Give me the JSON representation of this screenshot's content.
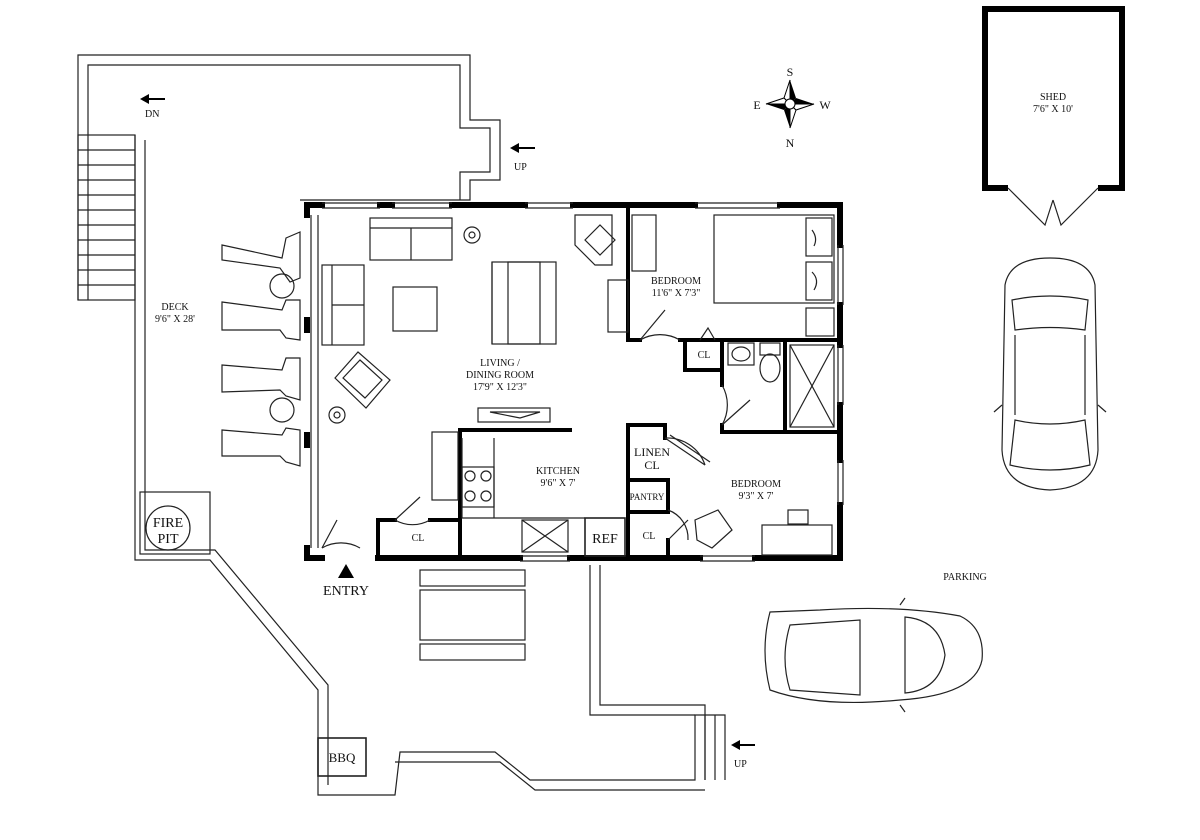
{
  "labels": {
    "deck": "DECK",
    "deck_dims": "9'6\"  X  28'",
    "living": "LIVING /",
    "dining": "DINING ROOM",
    "living_dims": "17'9\"  X  12'3\"",
    "bedroom1": "BEDROOM",
    "bedroom1_dims": "11'6\"  X  7'3\"",
    "bedroom2": "BEDROOM",
    "bedroom2_dims": "9'3\"  X  7'",
    "kitchen": "KITCHEN",
    "kitchen_dims": "9'6\"  X  7'",
    "linen1": "LINEN",
    "linen2": "CL",
    "pantry": "PANTRY",
    "cl_entry": "CL",
    "cl_bed1": "CL",
    "cl_bed2": "CL",
    "ref": "REF",
    "entry": "ENTRY",
    "fire1": "FIRE",
    "fire2": "PIT",
    "bbq": "BBQ",
    "dn": "DN",
    "up_deck": "UP",
    "up_walk": "UP",
    "shed": "SHED",
    "shed_dims": "7'6\"  X  10'",
    "parking": "PARKING"
  },
  "compass": {
    "s": "S",
    "n": "N",
    "e": "E",
    "w": "W"
  }
}
